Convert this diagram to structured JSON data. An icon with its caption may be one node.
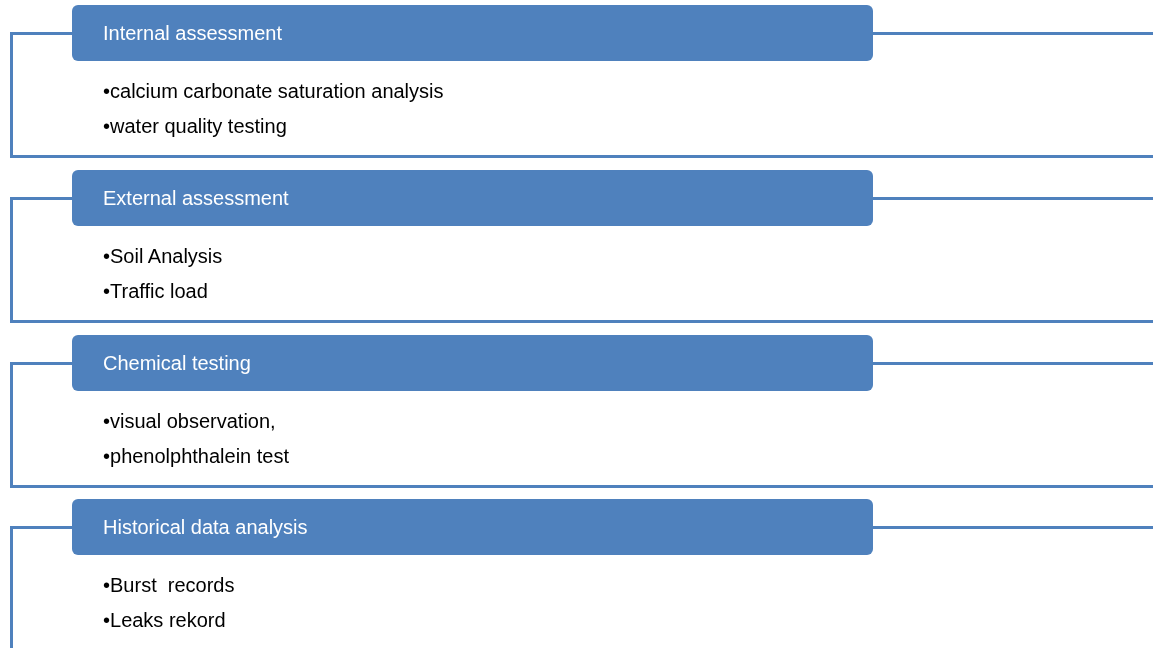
{
  "diagram": {
    "nodes": [
      {
        "text": [
          "Internal assessment"
        ]
      },
      {
        "text": [
          "•calcium carbonate saturation analysis",
          "•water quality testing"
        ]
      },
      {
        "text": [
          "External assessment"
        ]
      },
      {
        "text": [
          "•Soil Analysis",
          "•Traffic load"
        ]
      },
      {
        "text": [
          "Chemical testing"
        ]
      },
      {
        "text": [
          "•visual observation,",
          "•phenolphthalein test"
        ]
      },
      {
        "text": [
          "Historical data analysis"
        ]
      },
      {
        "text": [
          "•Burst  records",
          "•Leaks rekord"
        ]
      }
    ]
  }
}
